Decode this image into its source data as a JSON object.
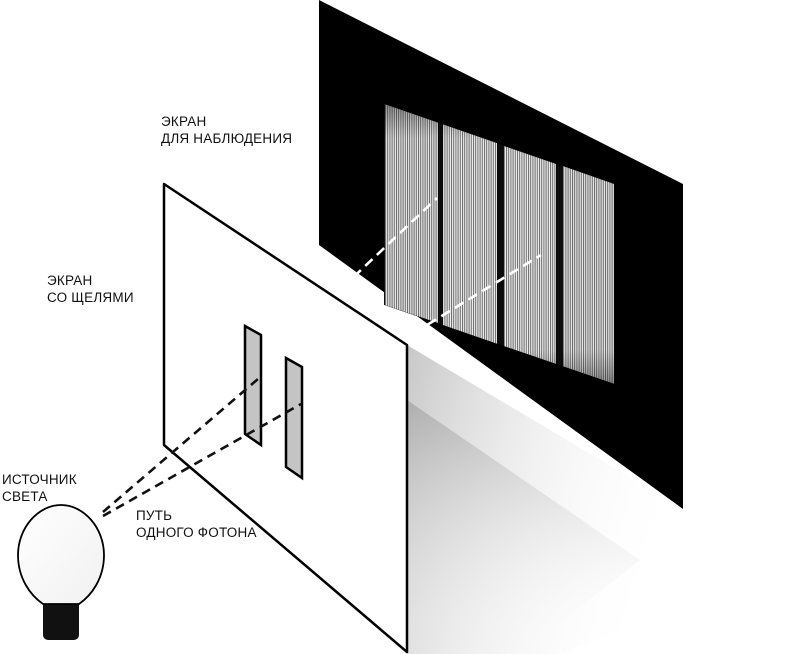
{
  "colors": {
    "observation_screen": "#000000",
    "slit_screen": "#ffffff",
    "slit_fill": "#c4c4c4",
    "photon_path": "#111111",
    "bulb_base": "#111111",
    "bulb_glass": "#ffffff"
  },
  "labels": {
    "observation_screen": {
      "line1": "ЭКРАН",
      "line2": "ДЛЯ НАБЛЮДЕНИЯ"
    },
    "slit_screen": {
      "line1": "ЭКРАН",
      "line2": "СО ЩЕЛЯМИ"
    },
    "light_source": {
      "line1": "ИСТОЧНИК",
      "line2": "СВЕТА"
    },
    "photon_path": {
      "line1": "ПУТЬ",
      "line2": "ОДНОГО ФОТОНА"
    }
  },
  "icons": {
    "light_source": "light-bulb-icon"
  },
  "interference_pattern": {
    "bright_bands": 4
  }
}
